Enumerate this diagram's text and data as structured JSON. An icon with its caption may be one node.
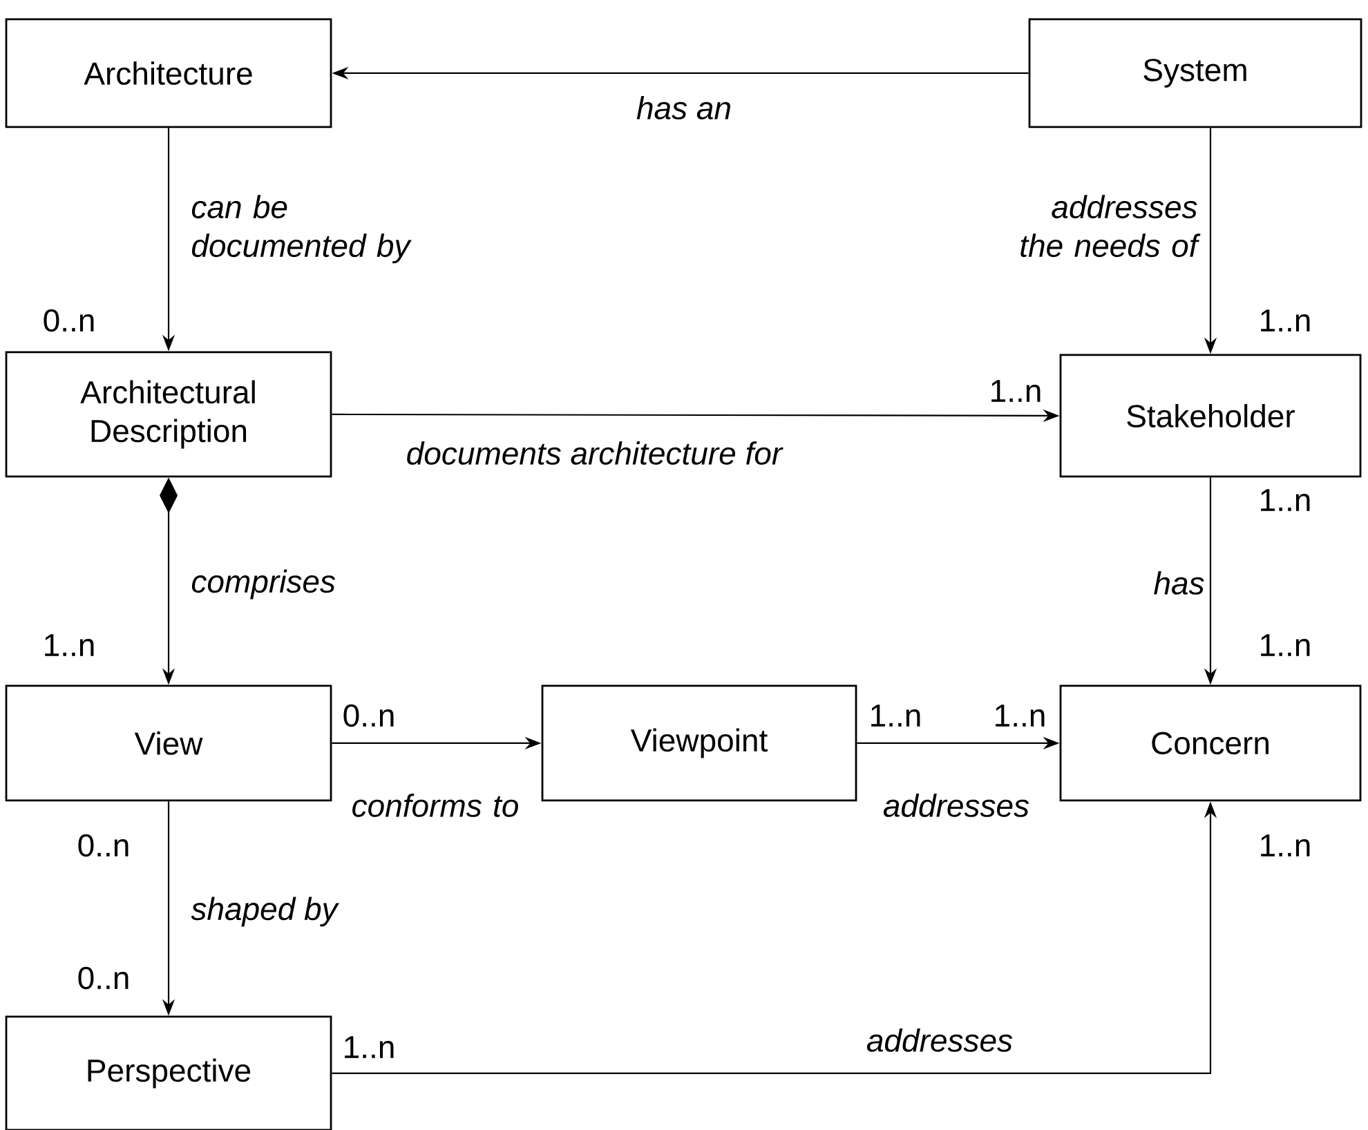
{
  "diagram": {
    "nodes": [
      {
        "text": [
          "Architecture"
        ]
      },
      {
        "text": [
          "System"
        ]
      },
      {
        "text": [
          "Architectural Description"
        ]
      },
      {
        "text": [
          "Stakeholder"
        ]
      },
      {
        "text": [
          "View"
        ]
      },
      {
        "text": [
          "Viewpoint"
        ]
      },
      {
        "text": [
          "Concern"
        ]
      },
      {
        "text": [
          "Perspective"
        ]
      }
    ],
    "edges": [
      {
        "from": 1,
        "to": 0,
        "arrow": "to",
        "label": "has an"
      },
      {
        "from": 0,
        "to": 2,
        "arrow": "to",
        "label": "can be documented by"
      },
      {
        "from": 1,
        "to": 3,
        "arrow": "to",
        "label": "addresses the needs of"
      },
      {
        "from": 2,
        "to": 3,
        "arrow": "to",
        "label": "documents architecture for"
      },
      {
        "from": 2,
        "to": 4,
        "arrow": "to",
        "label": "comprises"
      },
      {
        "from": 3,
        "to": 6,
        "arrow": "to",
        "label": "has"
      },
      {
        "from": 4,
        "to": 5,
        "arrow": "to",
        "label": "conforms to"
      },
      {
        "from": 5,
        "to": 6,
        "arrow": "to",
        "label": "addresses"
      },
      {
        "from": 4,
        "to": 7,
        "arrow": "to",
        "label": "shaped by"
      },
      {
        "from": 7,
        "to": 6,
        "arrow": "to",
        "label": "addresses"
      }
    ],
    "labels": [
      "0..n",
      "1..n",
      "1..n",
      "1..n",
      "1..n",
      "1..n",
      "0..n",
      "1..n",
      "1..n",
      "0..n",
      "1..n",
      "0..n",
      "1..n"
    ]
  }
}
